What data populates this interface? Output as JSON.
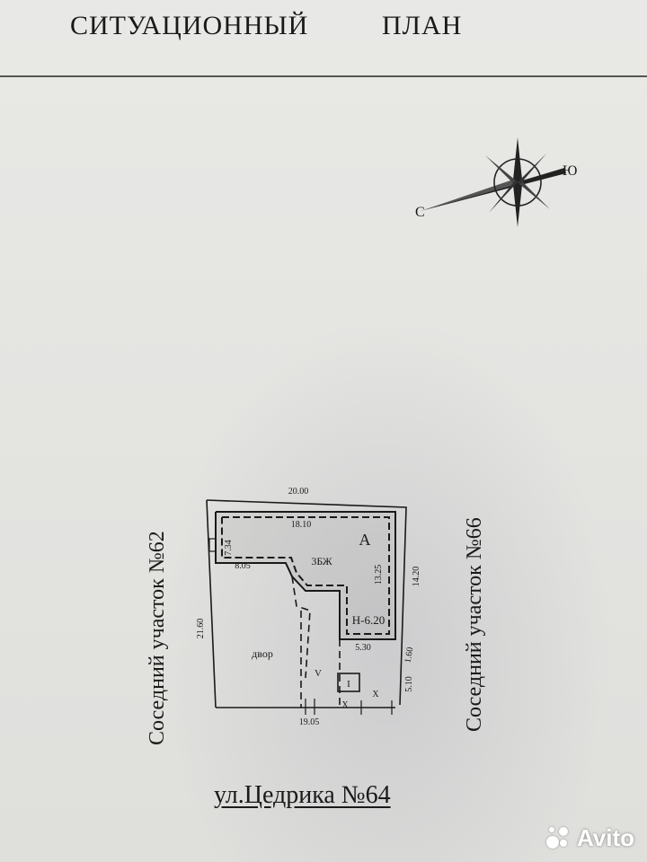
{
  "title": {
    "word1": "СИТУАЦИОННЫЙ",
    "word2": "ПЛАН"
  },
  "compass": {
    "north_letter": "С",
    "south_letter": "Ю"
  },
  "plan": {
    "dim_top": "20.00",
    "dim_inner_top": "18.10",
    "dim_left_outer": "21.60",
    "dim_left_inner": "7.34",
    "dim_wing": "8.05",
    "dim_right_inner": "13.25",
    "dim_right_outer": "14.20",
    "dim_bottom_inner": "5.30",
    "dim_gap": "1.60",
    "dim_gate": "5.10",
    "dim_bottom": "19.05",
    "building_letter": "А",
    "building_material": "3БЖ",
    "building_height": "Н-6.20",
    "yard_label": "двор",
    "shed_label": "V",
    "box_label": "I",
    "x_mark": "X"
  },
  "labels": {
    "left_neighbor": "Соседний участок №62",
    "right_neighbor": "Соседний участок №66",
    "street": "ул.Цедрика №64"
  },
  "watermark": {
    "text": "Avito"
  }
}
